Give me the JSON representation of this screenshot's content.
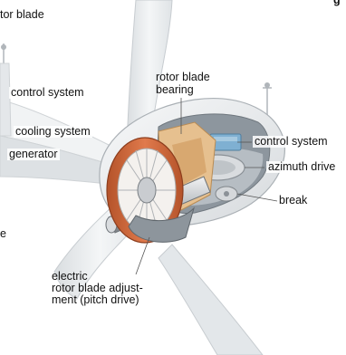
{
  "labels": {
    "rotor_blade_top": "tor blade",
    "control_system_left": "control system",
    "cooling_system": "cooling system",
    "generator": "generator",
    "left_cut_e": "e",
    "rotor_blade_bearing_line1": "rotor blade",
    "rotor_blade_bearing_line2": "bearing",
    "control_system_right": "control system",
    "azimuth_drive": "azimuth drive",
    "break": "break",
    "pitch_drive_line1": "electric",
    "pitch_drive_line2": "rotor blade adjust-",
    "pitch_drive_line3": "ment (pitch drive)",
    "corner_fragment": "g"
  },
  "colors": {
    "blade_fill": "#e9ecee",
    "blade_shade": "#cdd2d6",
    "nacelle_fill": "#eef0f2",
    "nacelle_inner": "#9aa4ad",
    "rotor_ring": "#c8643a",
    "bearing_wood": "#e6c08f",
    "metal": "#c9ccd0",
    "leader_line": "#555555"
  }
}
